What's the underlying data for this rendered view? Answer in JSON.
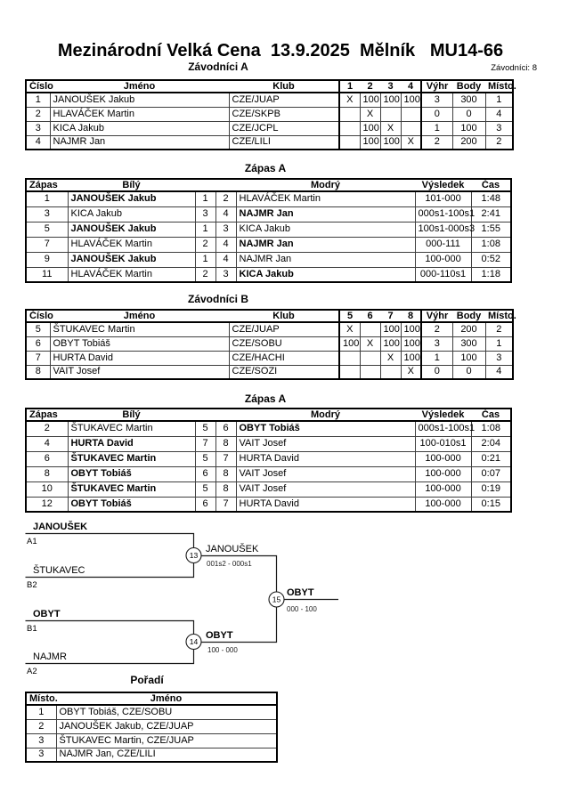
{
  "page": {
    "title": "Mezinárodní Velká Cena  13.9.2025  Mělník   MU14-66",
    "competitors_count": "Závodníci: 8"
  },
  "sections": {
    "group_a": "Závodníci A",
    "matches_a": "Zápas A",
    "group_b": "Závodníci B",
    "matches_b": "Zápas A",
    "standings": "Pořadí"
  },
  "za": {
    "h": {
      "cislo": "Číslo",
      "jmeno": "Jméno",
      "klub": "Klub",
      "c1": "1",
      "c2": "2",
      "c3": "3",
      "c4": "4",
      "vyhr": "Výhr",
      "body": "Body",
      "misto": "Místo."
    },
    "r": [
      {
        "cislo": "1",
        "jmeno": "JANOUŠEK Jakub",
        "klub": "CZE/JUAP",
        "c1": "X",
        "c2": "100",
        "c3": "100",
        "c4": "100",
        "vyhr": "3",
        "body": "300",
        "misto": "1"
      },
      {
        "cislo": "2",
        "jmeno": "HLAVÁČEK Martin",
        "klub": "CZE/SKPB",
        "c1": "",
        "c2": "X",
        "c3": "",
        "c4": "",
        "vyhr": "0",
        "body": "0",
        "misto": "4"
      },
      {
        "cislo": "3",
        "jmeno": "KICA Jakub",
        "klub": "CZE/JCPL",
        "c1": "",
        "c2": "100",
        "c3": "X",
        "c4": "",
        "vyhr": "1",
        "body": "100",
        "misto": "3"
      },
      {
        "cislo": "4",
        "jmeno": "NAJMR Jan",
        "klub": "CZE/LILI",
        "c1": "",
        "c2": "100",
        "c3": "100",
        "c4": "X",
        "vyhr": "2",
        "body": "200",
        "misto": "2"
      }
    ]
  },
  "m1": {
    "h": {
      "zapas": "Zápas",
      "bily": "Bílý",
      "modry": "Modrý",
      "vysledek": "Výsledek",
      "cas": "Čas"
    },
    "r": [
      {
        "no": "1",
        "bily": "JANOUŠEK Jakub",
        "s1": "1",
        "s2": "2",
        "modry": "HLAVÁČEK Martin",
        "vysledek": "101-000",
        "cas": "1:48"
      },
      {
        "no": "3",
        "bily": "KICA Jakub",
        "s1": "3",
        "s2": "4",
        "modry": "NAJMR Jan",
        "vysledek": "000s1-100s1",
        "cas": "2:41"
      },
      {
        "no": "5",
        "bily": "JANOUŠEK Jakub",
        "s1": "1",
        "s2": "3",
        "modry": "KICA Jakub",
        "vysledek": "100s1-000s3",
        "cas": "1:55"
      },
      {
        "no": "7",
        "bily": "HLAVÁČEK Martin",
        "s1": "2",
        "s2": "4",
        "modry": "NAJMR Jan",
        "vysledek": "000-111",
        "cas": "1:08"
      },
      {
        "no": "9",
        "bily": "JANOUŠEK Jakub",
        "s1": "1",
        "s2": "4",
        "modry": "NAJMR Jan",
        "vysledek": "100-000",
        "cas": "0:52"
      },
      {
        "no": "11",
        "bily": "HLAVÁČEK Martin",
        "s1": "2",
        "s2": "3",
        "modry": "KICA Jakub",
        "vysledek": "000-110s1",
        "cas": "1:18"
      }
    ]
  },
  "zb": {
    "h": {
      "cislo": "Číslo",
      "jmeno": "Jméno",
      "klub": "Klub",
      "c1": "5",
      "c2": "6",
      "c3": "7",
      "c4": "8",
      "vyhr": "Výhr",
      "body": "Body",
      "misto": "Místo."
    },
    "r": [
      {
        "cislo": "5",
        "jmeno": "ŠTUKAVEC Martin",
        "klub": "CZE/JUAP",
        "c1": "X",
        "c2": "",
        "c3": "100",
        "c4": "100",
        "vyhr": "2",
        "body": "200",
        "misto": "2"
      },
      {
        "cislo": "6",
        "jmeno": "OBYT Tobiáš",
        "klub": "CZE/SOBU",
        "c1": "100",
        "c2": "X",
        "c3": "100",
        "c4": "100",
        "vyhr": "3",
        "body": "300",
        "misto": "1"
      },
      {
        "cislo": "7",
        "jmeno": "HURTA David",
        "klub": "CZE/HACHI",
        "c1": "",
        "c2": "",
        "c3": "X",
        "c4": "100",
        "vyhr": "1",
        "body": "100",
        "misto": "3"
      },
      {
        "cislo": "8",
        "jmeno": "VAIT Josef",
        "klub": "CZE/SOZI",
        "c1": "",
        "c2": "",
        "c3": "",
        "c4": "X",
        "vyhr": "0",
        "body": "0",
        "misto": "4"
      }
    ]
  },
  "m2": {
    "h": {
      "zapas": "Zápas",
      "bily": "Bílý",
      "modry": "Modrý",
      "vysledek": "Výsledek",
      "cas": "Čas"
    },
    "r": [
      {
        "no": "2",
        "bily": "ŠTUKAVEC Martin",
        "s1": "5",
        "s2": "6",
        "modry": "OBYT Tobiáš",
        "vysledek": "000s1-100s1",
        "cas": "1:08"
      },
      {
        "no": "4",
        "bily": "HURTA David",
        "s1": "7",
        "s2": "8",
        "modry": "VAIT Josef",
        "vysledek": "100-010s1",
        "cas": "2:04"
      },
      {
        "no": "6",
        "bily": "ŠTUKAVEC Martin",
        "s1": "5",
        "s2": "7",
        "modry": "HURTA David",
        "vysledek": "100-000",
        "cas": "0:21"
      },
      {
        "no": "8",
        "bily": "OBYT Tobiáš",
        "s1": "6",
        "s2": "8",
        "modry": "VAIT Josef",
        "vysledek": "100-000",
        "cas": "0:07"
      },
      {
        "no": "10",
        "bily": "ŠTUKAVEC Martin",
        "s1": "5",
        "s2": "8",
        "modry": "VAIT Josef",
        "vysledek": "100-000",
        "cas": "0:19"
      },
      {
        "no": "12",
        "bily": "OBYT Tobiáš",
        "s1": "6",
        "s2": "7",
        "modry": "HURTA David",
        "vysledek": "100-000",
        "cas": "0:15"
      }
    ]
  },
  "po": {
    "h": {
      "misto": "Místo.",
      "jmeno": "Jméno"
    },
    "r": [
      {
        "misto": "1",
        "jmeno": "OBYT Tobiáš, CZE/SOBU"
      },
      {
        "misto": "2",
        "jmeno": "JANOUŠEK Jakub, CZE/JUAP"
      },
      {
        "misto": "3",
        "jmeno": "ŠTUKAVEC Martin, CZE/JUAP"
      },
      {
        "misto": "3",
        "jmeno": "NAJMR Jan, CZE/LILI"
      }
    ]
  },
  "bracket": {
    "seed1": {
      "name": "JANOUŠEK",
      "pos": "A1"
    },
    "seed2": {
      "name": "ŠTUKAVEC",
      "pos": "B2"
    },
    "seed3": {
      "name": "OBYT",
      "pos": "B1"
    },
    "seed4": {
      "name": "NAJMR",
      "pos": "A2"
    },
    "m13": {
      "no": "13",
      "winner": "JANOUŠEK",
      "score": "001s2 - 000s1"
    },
    "m14": {
      "no": "14",
      "winner": "OBYT",
      "score": "100 - 000"
    },
    "m15": {
      "no": "15",
      "winner": "OBYT",
      "score": "000 - 100"
    }
  }
}
